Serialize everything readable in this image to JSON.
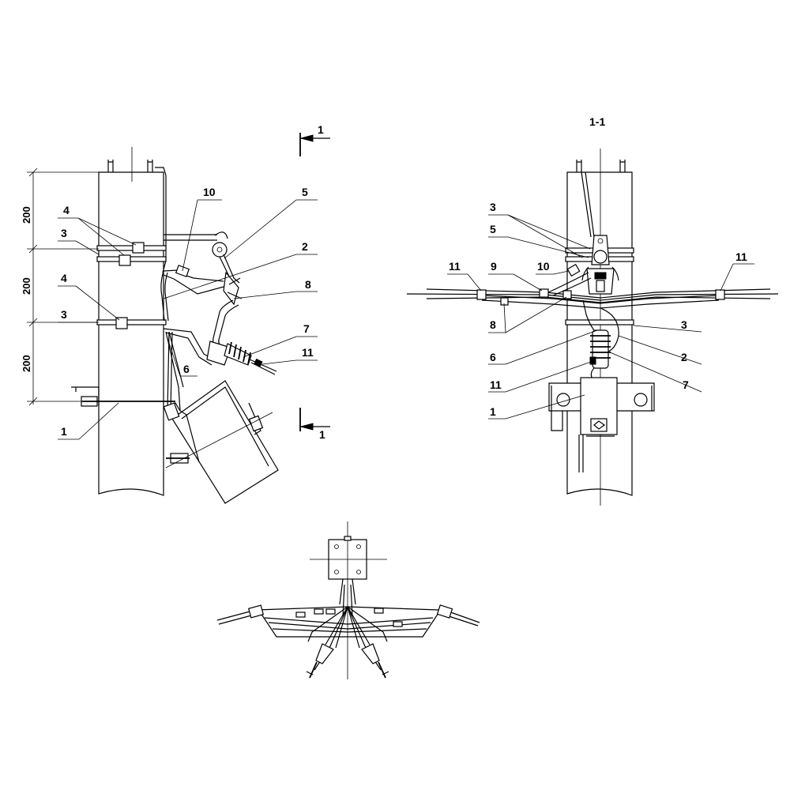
{
  "drawing": {
    "section_marker": "1",
    "section_title": "1-1",
    "dimensions": [
      "200",
      "200",
      "200"
    ],
    "left_view": {
      "callouts": [
        "10",
        "5",
        "4",
        "3",
        "2",
        "8",
        "4",
        "3",
        "7",
        "11",
        "6",
        "1"
      ]
    },
    "right_view": {
      "callouts": [
        "3",
        "5",
        "11",
        "9",
        "10",
        "11",
        "8",
        "3",
        "6",
        "2",
        "11",
        "7",
        "1"
      ]
    }
  }
}
